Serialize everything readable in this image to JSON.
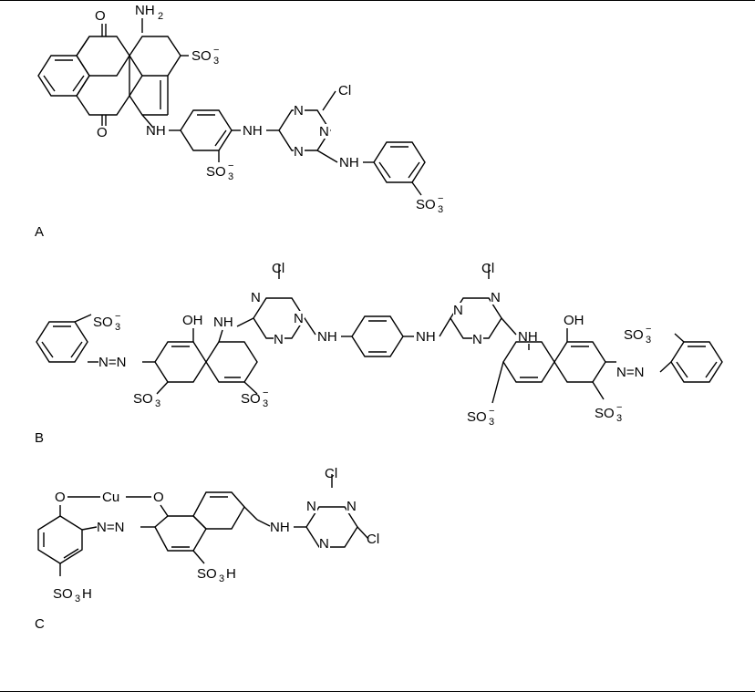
{
  "labels": {
    "panel_a": "A",
    "panel_b": "B",
    "panel_c": "C"
  },
  "atoms": {
    "o": "O",
    "oh": "OH",
    "nh": "NH",
    "nh2": "NH",
    "n": "N",
    "cl": "Cl",
    "cu": "Cu",
    "so3": "SO",
    "so3h": "SO",
    "h": "H",
    "sub2": "2",
    "sub3": "3",
    "minus": "−",
    "azo": "N=N"
  }
}
